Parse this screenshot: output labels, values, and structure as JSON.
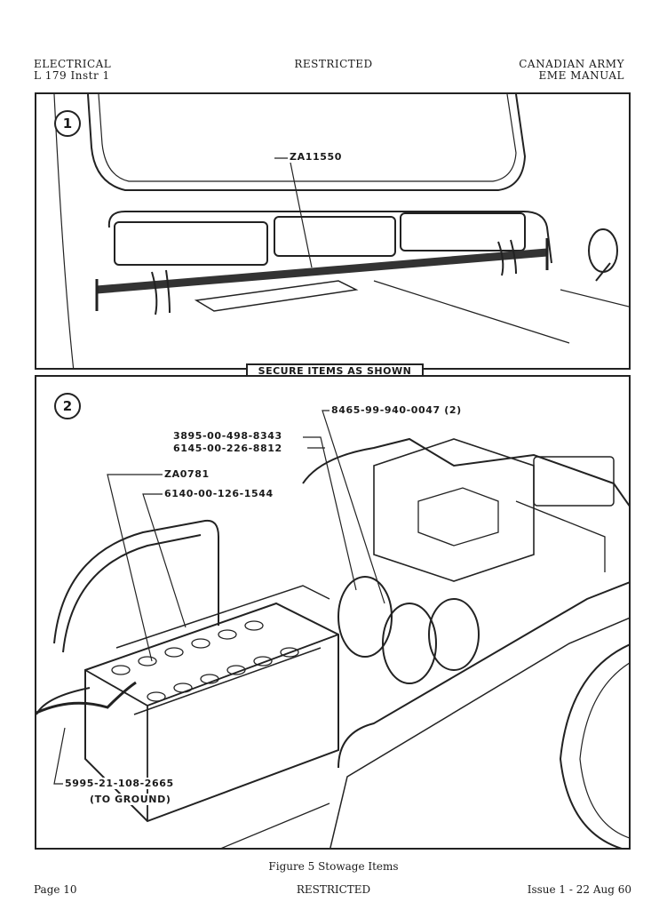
{
  "header": {
    "left_line1": "ELECTRICAL",
    "left_line2": "L 179 Instr 1",
    "center": "RESTRICTED",
    "right_line1": "CANADIAN ARMY",
    "right_line2": "EME MANUAL"
  },
  "figure": {
    "panel1": {
      "number": "1",
      "callouts": [
        "ZA11550"
      ]
    },
    "divider_label": "SECURE ITEMS AS SHOWN",
    "panel2": {
      "number": "2",
      "callouts": [
        "8465-99-940-0047 (2)",
        "3895-00-498-8343",
        "6145-00-226-8812",
        "ZA0781",
        "6140-00-126-1544",
        "5995-21-108-2665",
        "(TO GROUND)"
      ]
    },
    "caption": "Figure 5 Stowage Items"
  },
  "footer": {
    "left": "Page 10",
    "center": "RESTRICTED",
    "right": "Issue 1 - 22 Aug 60"
  }
}
